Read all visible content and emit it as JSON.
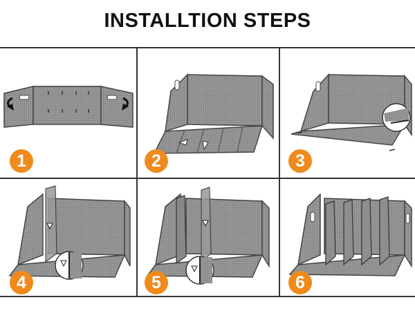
{
  "title": "INSTALLTION STEPS",
  "steps": [
    {
      "number": "1",
      "icon": "unfold-panels-icon"
    },
    {
      "number": "2",
      "icon": "fold-base-icon"
    },
    {
      "number": "3",
      "icon": "insert-screws-icon"
    },
    {
      "number": "4",
      "icon": "insert-divider-icon"
    },
    {
      "number": "5",
      "icon": "insert-second-divider-icon"
    },
    {
      "number": "6",
      "icon": "finished-organizer-icon"
    }
  ],
  "colors": {
    "badge": "#f08a1c",
    "lines": "#333333",
    "metal": "#7a7a7a"
  }
}
